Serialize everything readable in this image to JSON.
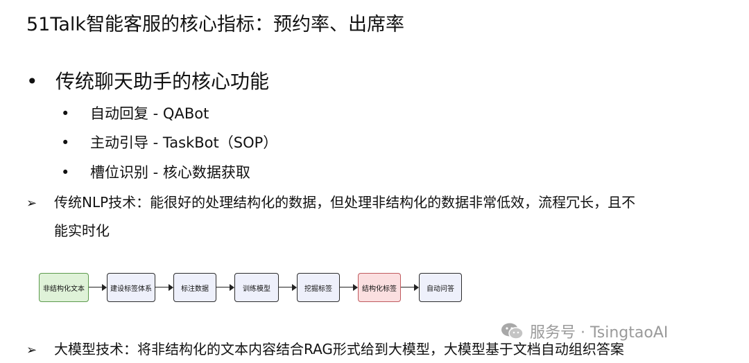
{
  "title": "51Talk智能客服的核心指标：预约率、出席率",
  "bullet_main": {
    "symbol": "•",
    "text": "传统聊天助手的核心功能"
  },
  "sub_items": [
    {
      "symbol": "•",
      "text": "自动回复 - QABot"
    },
    {
      "symbol": "•",
      "text": "主动引导 - TaskBot（SOP）"
    },
    {
      "symbol": "•",
      "text": "槽位识别 - 核心数据获取"
    }
  ],
  "nlp": {
    "symbol": "➢",
    "line1": "传统NLP技术：能很好的处理结构化的数据，但处理非结构化的数据非常低效，流程冗长，且不",
    "line2": "能实时化"
  },
  "flow_boxes": [
    {
      "label": "非结构化文本",
      "fill": "#dff2d8",
      "border": "#5c9a4c"
    },
    {
      "label": "建设标签体系",
      "fill": "#eef0fb",
      "border": "#2b2b2b"
    },
    {
      "label": "标注数据",
      "fill": "#eef0fb",
      "border": "#2b2b2b"
    },
    {
      "label": "训练模型",
      "fill": "#eef0fb",
      "border": "#2b2b2b"
    },
    {
      "label": "挖掘标签",
      "fill": "#eef0fb",
      "border": "#2b2b2b"
    },
    {
      "label": "结构化标签",
      "fill": "#fbdfe0",
      "border": "#c05a5e"
    },
    {
      "label": "自动问答",
      "fill": "#eef0fb",
      "border": "#2b2b2b"
    }
  ],
  "llm": {
    "symbol": "➢",
    "text": "大模型技术：将非结构化的文本内容结合RAG形式给到大模型，大模型基于文档自动组织答案"
  },
  "watermark": {
    "icon": "wechat-icon",
    "text": "服务号 · TsingtaoAI"
  }
}
